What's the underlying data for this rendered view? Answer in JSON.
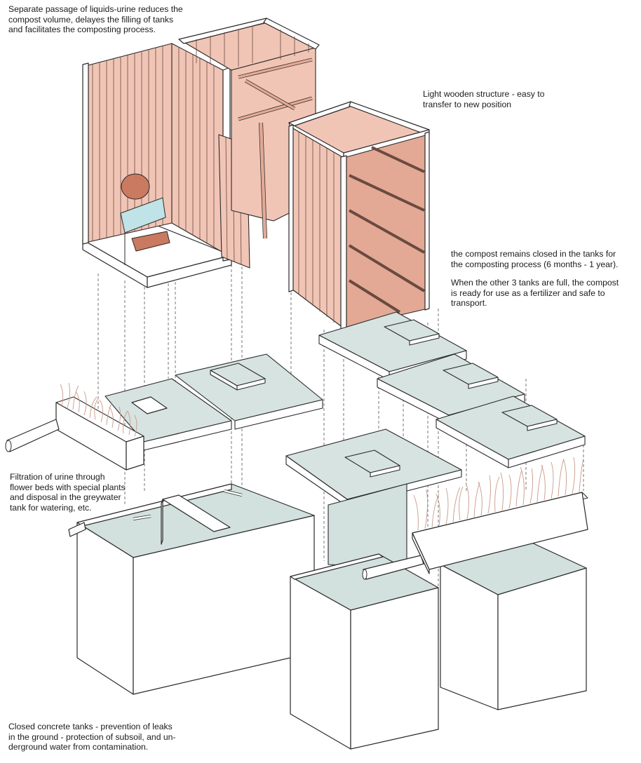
{
  "notes": {
    "urine": [
      "Separate passage of liquids-urine reduces the",
      "compost volume, delayes the filling of tanks",
      "and facilitates the composting process."
    ],
    "wood": [
      "Light wooden structure - easy to",
      "transfer to new position"
    ],
    "compost": [
      "the compost remains closed in the tanks for",
      "the composting process (6 months - 1 year)."
    ],
    "fertilizer": [
      "When the other 3 tanks are full, the compost",
      "is ready for use as a fertilizer and safe to",
      "transport."
    ],
    "filtration": [
      "Filtration of urine through",
      "flower beds with special plants",
      "and disposal in the greywater",
      "tank for watering, etc."
    ],
    "concrete": [
      "Closed concrete tanks - prevention of leaks",
      "in the ground - protection of subsoil, and un-",
      "derground water from contamination."
    ]
  },
  "colors": {
    "wood": "#f1c5b6",
    "wood_shadow": "#e3a994",
    "concrete_lid": "#d6e3e1",
    "tank_interior": "#d2e0de",
    "grass": "#c89a88",
    "seat": "#bfe3e6"
  }
}
